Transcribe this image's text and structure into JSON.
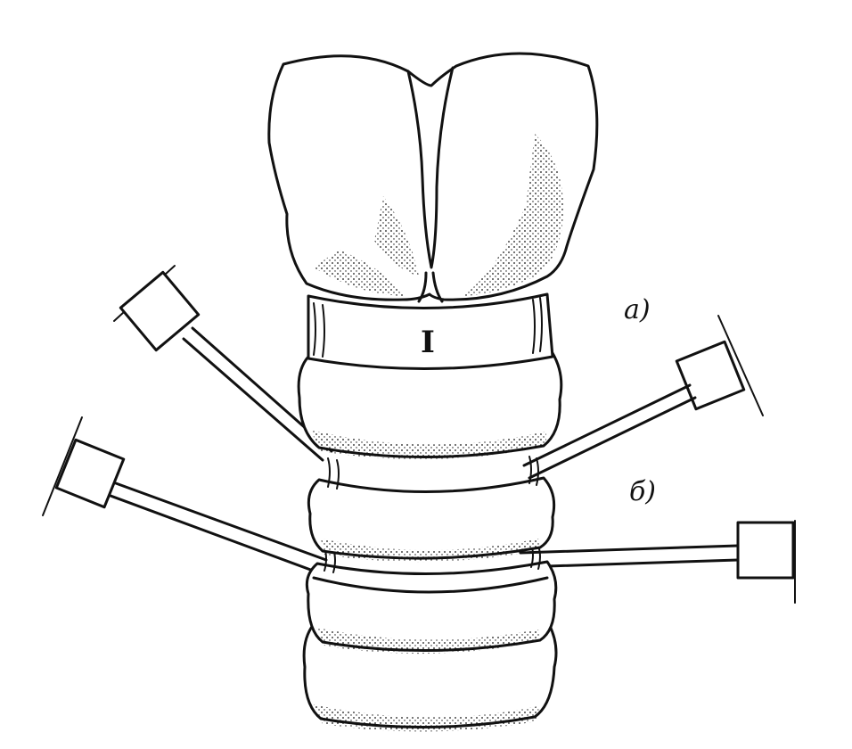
{
  "labels": {
    "a": "а)",
    "b": "б)",
    "marker": "I"
  },
  "colors": {
    "ink": "#111111",
    "background": "#ffffff"
  }
}
